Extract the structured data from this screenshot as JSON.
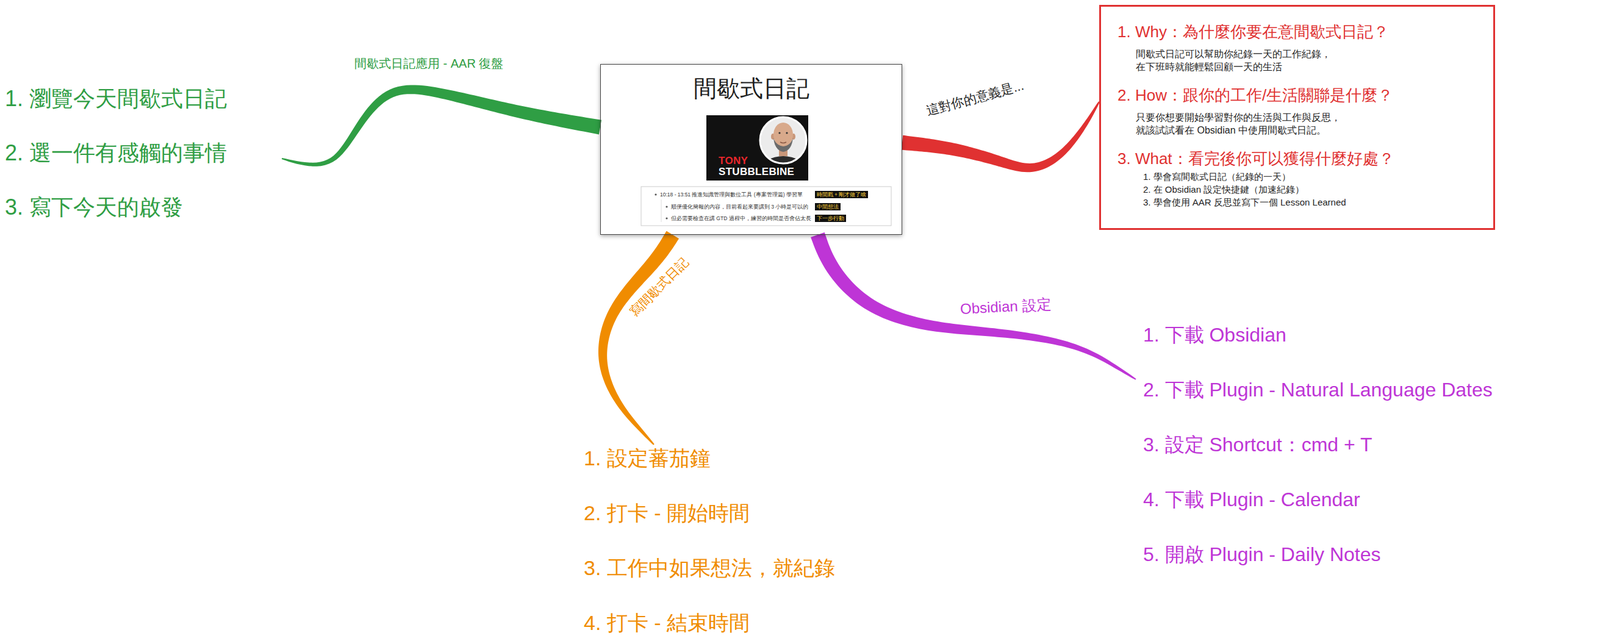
{
  "diagram": {
    "nodes": [
      {
        "text": [
          "1. 瀏覽今天間歇式日記",
          "2. 選一件有感觸的事情",
          "3. 寫下今天的啟發"
        ]
      },
      {
        "text": [
          "間歇式日記"
        ]
      },
      {
        "text": [
          "1. Why：為什麼你要在意間歇式日記？",
          "間歇式日記可以幫助你紀錄一天的工作紀錄， 在下班時就能輕鬆回顧一天的生活",
          "2. How：跟你的工作/生活關聯是什麼？",
          "只要你想要開始學習對你的生活與工作與反思， 就該試試看在 Obsidian 中使用間歇式日記。",
          "3. What：看完後你可以獲得什麼好處？",
          "1. 學會寫間歇式日記（紀錄的一天）",
          "2. 在 Obsidian 設定快捷鍵（加速紀錄）",
          "3. 學會使用 AAR 反思並寫下一個 Lesson Learned"
        ]
      },
      {
        "text": [
          "1. 設定蕃茄鐘",
          "2. 打卡 - 開始時間",
          "3. 工作中如果想法，就紀錄",
          "4. 打卡 - 結束時間"
        ]
      },
      {
        "text": [
          "1. 下載 Obsidian",
          "2. 下載 Plugin - Natural Language Dates",
          "3. 設定 Shortcut：cmd + T",
          "4. 下載 Plugin - Calendar",
          "5. 開啟 Plugin - Daily Notes"
        ]
      }
    ],
    "edges": [
      {
        "from": 1,
        "to": 0,
        "arrow": "none",
        "label": "間歇式日記應用 - AAR 復盤"
      },
      {
        "from": 1,
        "to": 2,
        "arrow": "none",
        "label": "這對你的意義是..."
      },
      {
        "from": 1,
        "to": 3,
        "arrow": "none",
        "label": "寫間歇式日記"
      },
      {
        "from": 1,
        "to": 4,
        "arrow": "none",
        "label": "Obsidian 設定"
      }
    ],
    "labels": [
      "TONY",
      "STUBBLEBINE",
      "10:18 - 13:51 推進知識管理與數位工具 (專案管理篇) 學習單",
      "時間戳 + 剛才做了啥",
      "順便優化簡報的內容，目前看起來要講到 3 小時是可以的",
      "中間想法",
      "但必需要檢查在講 GTD 過程中，練習的時間是否會佔太長",
      "下一步行動"
    ]
  }
}
